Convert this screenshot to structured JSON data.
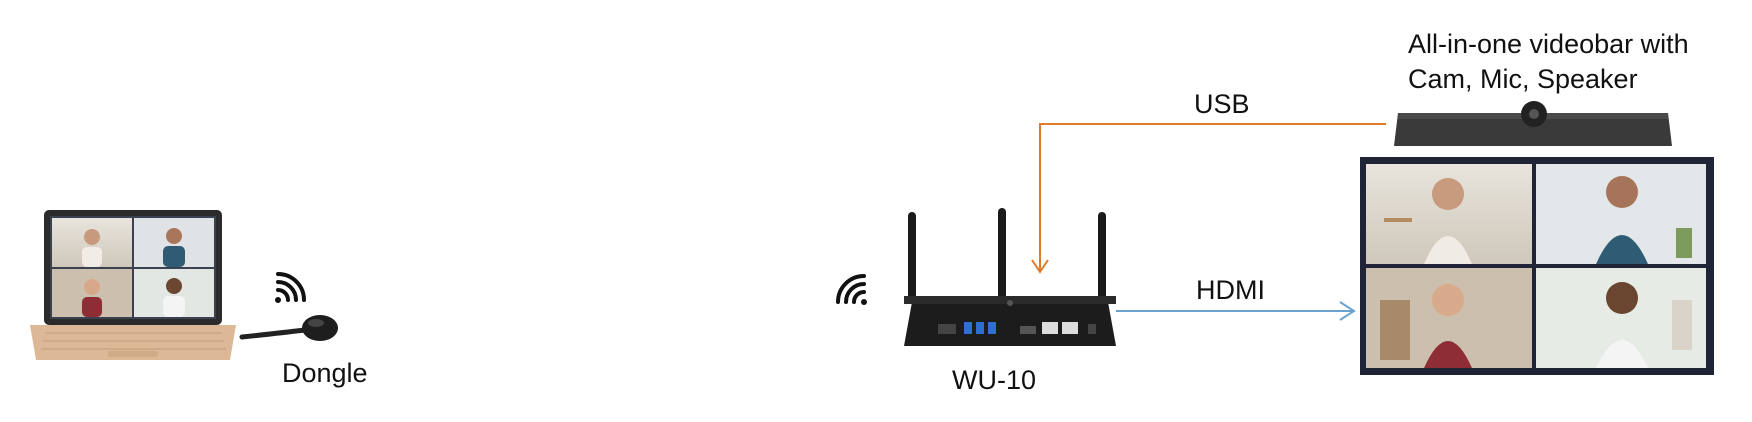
{
  "labels": {
    "usb": "USB",
    "hdmi": "HDMI",
    "dongle": "Dongle",
    "receiver": "WU-10",
    "videobar_line1": "All-in-one videobar with",
    "videobar_line2": "Cam, Mic, Speaker"
  },
  "colors": {
    "usb_line": "#e07b2a",
    "hdmi_line": "#6aa3cf",
    "device_body": "#1a1a1a",
    "laptop_body": "#d9b08c",
    "screen_bg": "#222838"
  },
  "icons": [
    "laptop-icon",
    "wifi-icon",
    "dongle-icon",
    "router-icon",
    "videobar-icon",
    "display-icon"
  ]
}
